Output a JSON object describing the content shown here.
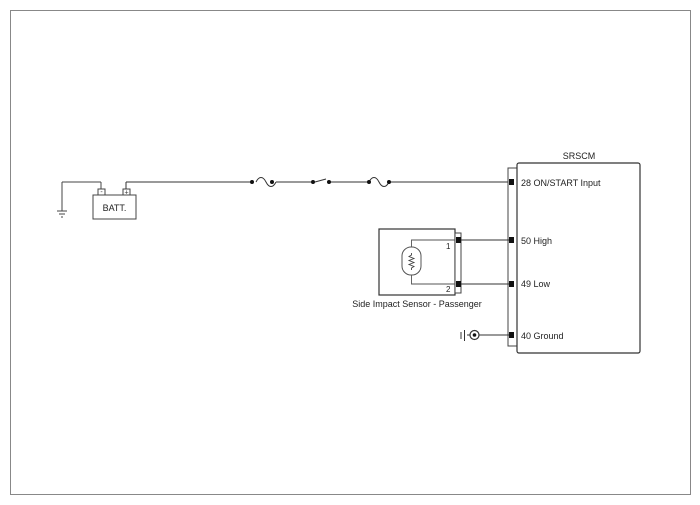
{
  "diagram": {
    "module": {
      "name": "SRSCM",
      "pins": [
        {
          "number": "28",
          "label": "ON/START Input"
        },
        {
          "number": "50",
          "label": "High"
        },
        {
          "number": "49",
          "label": "Low"
        },
        {
          "number": "40",
          "label": "Ground"
        }
      ]
    },
    "battery": {
      "label": "BATT.",
      "neg": "-",
      "pos": "+"
    },
    "sensor": {
      "label": "Side Impact Sensor - Passenger",
      "pins": [
        "1",
        "2"
      ]
    }
  }
}
